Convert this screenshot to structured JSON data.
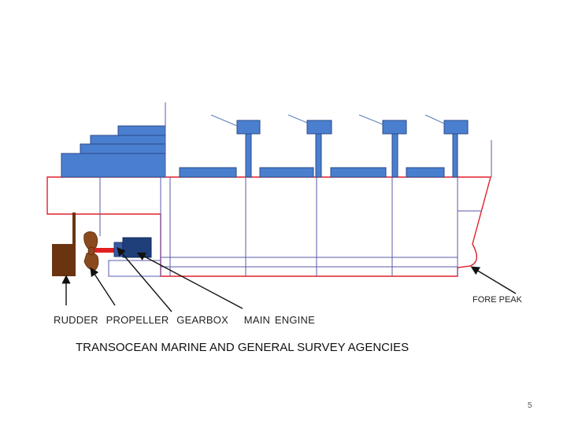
{
  "labels": {
    "rudder": "RUDDER",
    "propeller": "PROPELLER",
    "gearbox": "GEARBOX",
    "main_engine": "MAIN ENGINE",
    "fore_peak": "FORE PEAK"
  },
  "footer": {
    "company": "TRANSOCEAN MARINE AND GENERAL SURVEY AGENCIES",
    "page_number": "5"
  },
  "colors": {
    "hull_outline": "#e0202a",
    "structure_blue": "#4a7fcf",
    "structure_border": "#2a4a8a",
    "bulkhead_line": "#5a5aa8",
    "rudder_brown": "#6b3410",
    "propeller_brown": "#8b4a1e",
    "gearbox_navy": "#1f3f7a",
    "shaft_red": "#e02020",
    "arrow_black": "#111111"
  }
}
